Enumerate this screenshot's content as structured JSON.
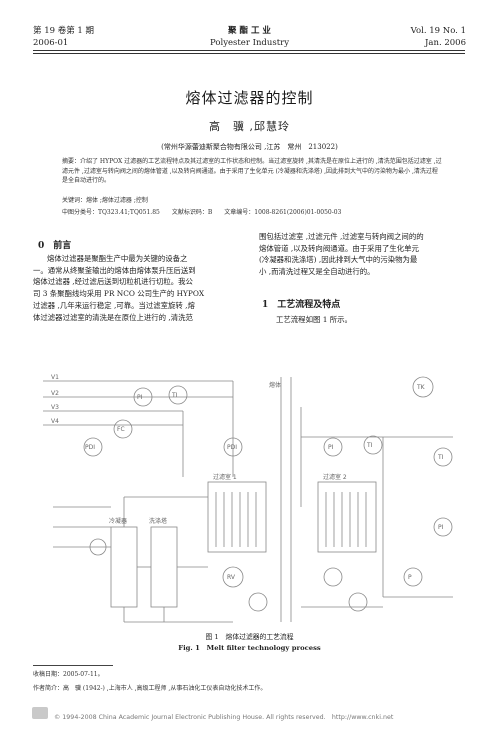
{
  "header": {
    "vol_cn": "第 19 卷第 1 期",
    "date_cn": "2006-01",
    "journal_cn": "聚 酯 工 业",
    "journal_en": "Polyester Industry",
    "vol_en": "Vol. 19 No. 1",
    "date_en": "Jan. 2006"
  },
  "title": "熔体过滤器的控制",
  "authors": "高　骥 ,邱慧玲",
  "affiliation": "(常州华源蕾迪斯聚合物有限公司 ,江苏　常州　213022)",
  "abstract": "摘要：介绍了 HYPOX 过滤器的工艺流程特点及其过滤室的工作状态和控制。当过滤室旋转 ,其清洗是在原位上进行的 ,清洗范围包括过滤室 ,过滤元件 ,过滤室与转向阀之间的熔体管道 ,以及转向阀通道。由于采用了生化单元 (冷凝器和洗涤塔) ,因此排到大气中的污染物为最小 ,清洗过程是全自动进行的。",
  "keywords": "关键词：熔体 ;熔体过滤器 ;控制",
  "classification": "中图分类号：TQ323.41;TQ051.85　　文献标识码：B　　文章编号：1008-8261(2006)01-0050-03",
  "section0": {
    "heading": "0　前言",
    "lines": [
      "熔体过滤器是聚酯生产中最为关键的设备之",
      "一。通常从终聚釜输出的熔体由熔体泵升压后送到",
      "熔体过滤器 ,经过滤后送到切粒机进行切粒。我公",
      "司 3 条聚酯线均采用 PR NCO 公司生产的 HYPOX",
      "过滤器 ,几年来运行稳定 ,可靠。当过滤室旋转 ,熔",
      "体过滤器过滤室的清洗是在原位上进行的 ,清洗范"
    ]
  },
  "right_col": {
    "lines": [
      "围包括过滤室 ,过滤元件 ,过滤室与转向阀之间的的",
      "熔体管道 ,以及转向阀通道。由于采用了生化单元",
      "(冷凝器和洗涤塔) ,因此排到大气中的污染物为最",
      "小 ,而清洗过程又是全自动进行的。"
    ],
    "heading": "1　工艺流程及特点",
    "para": "工艺流程如图 1 所示。"
  },
  "figure": {
    "caption_cn": "图 1　熔体过滤器的工艺流程",
    "caption_en": "Fig. 1　Melt filter technology process",
    "labels": {
      "v1": "V1",
      "v2": "V2",
      "v3": "V3",
      "v4": "V4",
      "fc": "FC",
      "pi": "PI",
      "ti": "TI",
      "pdi": "PDI",
      "rv": "RV",
      "pump": "P",
      "filter1": "过滤室 1",
      "filter2": "过滤室 2",
      "cond": "冷凝器",
      "scrub": "洗涤塔",
      "melt": "熔体",
      "tank": "TK"
    }
  },
  "footnote": {
    "received": "收稿日期：2005-07-11。",
    "author_info": "作者简介：高　骥 (1942-) ,上海市人 ,高级工程师 ,从事石油化工仪表自动化技术工作。"
  },
  "copyright": "© 1994-2008 China Academic Journal Electronic Publishing House. All rights reserved.　http://www.cnki.net"
}
